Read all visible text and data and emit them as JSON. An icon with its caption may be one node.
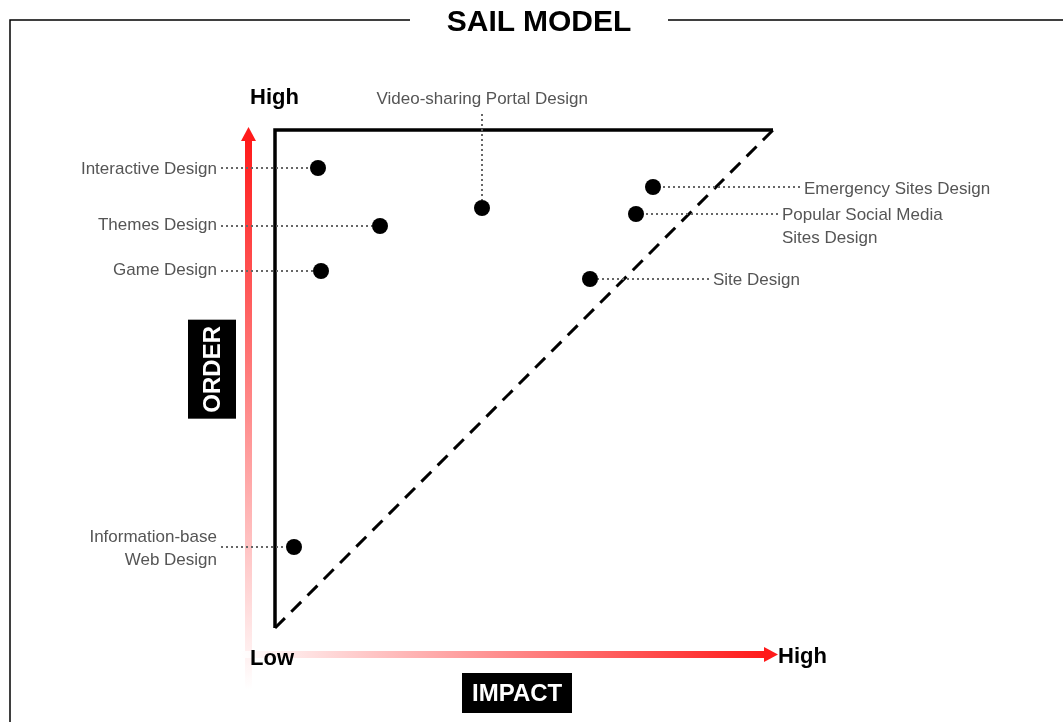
{
  "diagram": {
    "title": "SAIL MODEL",
    "nodes": [
      {
        "text": [
          "Interactive Design"
        ]
      },
      {
        "text": [],
        "shape": "circle"
      },
      {
        "text": [
          "Themes Design"
        ]
      },
      {
        "text": [],
        "shape": "circle"
      },
      {
        "text": [
          "Game Design"
        ]
      },
      {
        "text": [],
        "shape": "circle"
      },
      {
        "text": [
          "Video-sharing Portal Design"
        ]
      },
      {
        "text": [],
        "shape": "circle"
      },
      {
        "text": [
          "Emergency Sites Design"
        ]
      },
      {
        "text": [],
        "shape": "circle"
      },
      {
        "text": [
          "Popular Social Media Sites Design"
        ]
      },
      {
        "text": [],
        "shape": "circle"
      },
      {
        "text": [
          "Site Design"
        ]
      },
      {
        "text": [],
        "shape": "circle"
      },
      {
        "text": [
          "Information-base Web Design"
        ]
      },
      {
        "text": [],
        "shape": "circle"
      }
    ],
    "edges": [
      {
        "from": 0,
        "to": 1,
        "arrow": "none",
        "style": "dashed"
      },
      {
        "from": 2,
        "to": 3,
        "arrow": "none",
        "style": "dashed"
      },
      {
        "from": 4,
        "to": 5,
        "arrow": "none",
        "style": "dashed"
      },
      {
        "from": 6,
        "to": 7,
        "arrow": "none",
        "style": "dashed"
      },
      {
        "from": 8,
        "to": 9,
        "arrow": "none",
        "style": "dashed"
      },
      {
        "from": 10,
        "to": 11,
        "arrow": "none",
        "style": "dashed"
      },
      {
        "from": 12,
        "to": 13,
        "arrow": "none",
        "style": "dashed"
      },
      {
        "from": 14,
        "to": 15,
        "arrow": "none",
        "style": "dashed"
      }
    ],
    "labels": [
      "High",
      "ORDER",
      "Low",
      "High",
      "IMPACT"
    ]
  }
}
